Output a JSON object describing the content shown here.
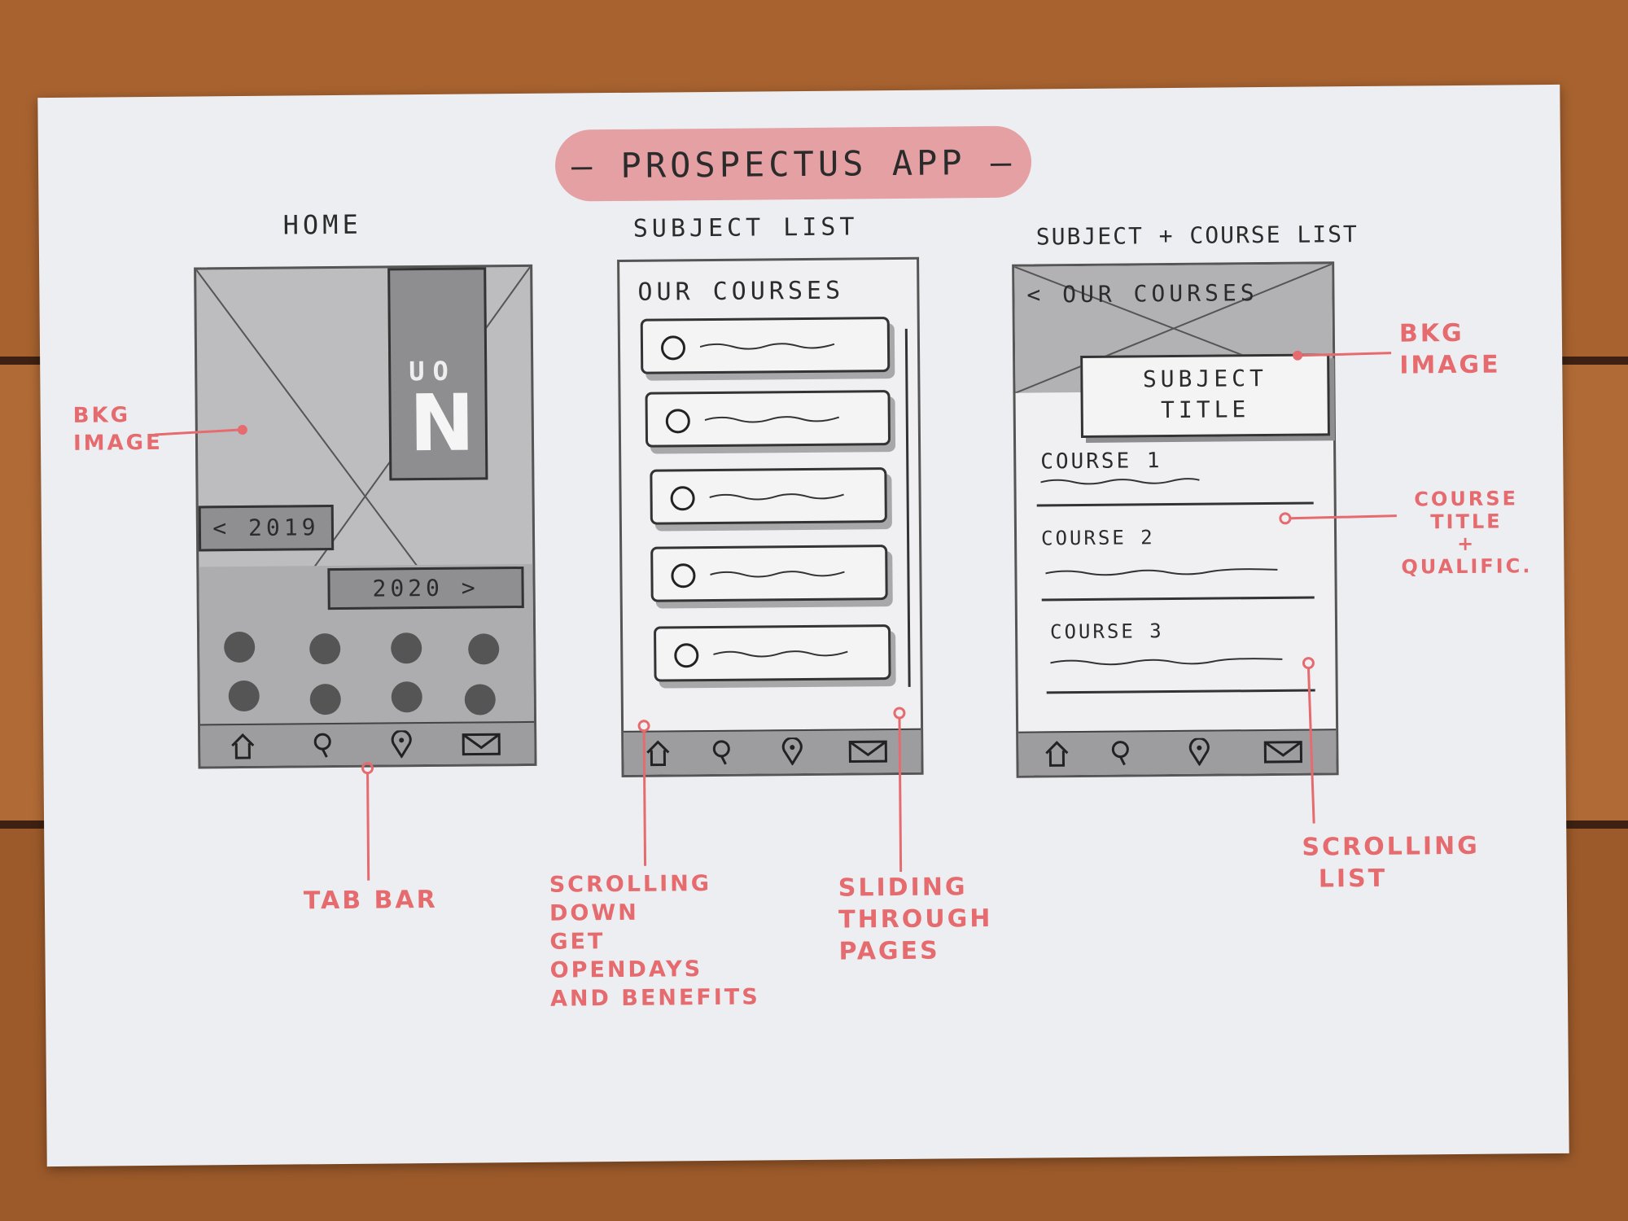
{
  "app_title": "— PROSPECTUS APP —",
  "screens": {
    "home": {
      "label": "HOME",
      "logo_small": "UO",
      "logo_big": "N",
      "prev_year": "< 2019",
      "next_year": "2020 >"
    },
    "subject_list": {
      "label": "SUBJECT LIST",
      "heading": "OUR COURSES"
    },
    "course_list": {
      "label": "SUBJECT + COURSE LIST",
      "heading": "< OUR COURSES",
      "subject_title_line1": "SUBJECT",
      "subject_title_line2": "TITLE",
      "courses": [
        "COURSE 1",
        "COURSE 2",
        "COURSE 3"
      ]
    }
  },
  "annotations": {
    "bkg_image_home_1": "BKG",
    "bkg_image_home_2": "IMAGE",
    "tab_bar": "TAB BAR",
    "scrolling_1": "SCROLLING",
    "scrolling_2": "DOWN",
    "scrolling_3": "GET",
    "scrolling_4": "OPENDAYS",
    "scrolling_5": "AND BENEFITS",
    "sliding_1": "SLIDING",
    "sliding_2": "THROUGH",
    "sliding_3": "PAGES",
    "bkg_image_course_1": "BKG",
    "bkg_image_course_2": "IMAGE",
    "course_title_1": "COURSE",
    "course_title_2": "TITLE",
    "course_title_3": "+",
    "course_title_4": "QUALIFIC.",
    "scrolling_list_1": "SCROLLING",
    "scrolling_list_2": "LIST"
  },
  "colors": {
    "wood": "#a2602e",
    "paper": "#edeef2",
    "red_marker": "#e56b6f",
    "pill": "#e5a0a3",
    "pencil": "#2b2b2b"
  },
  "icons": [
    "home-icon",
    "search-icon",
    "location-pin-icon",
    "mail-icon"
  ]
}
